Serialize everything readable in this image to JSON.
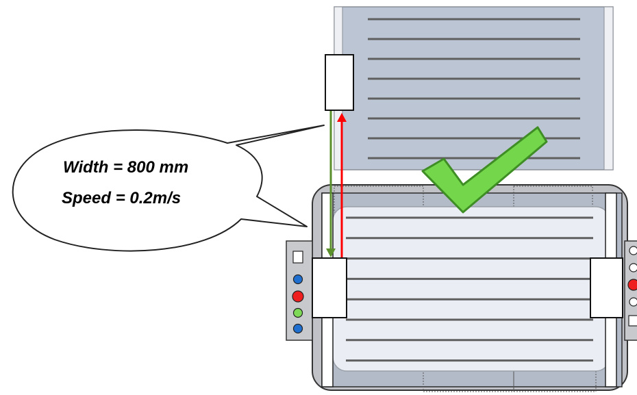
{
  "callout": {
    "line1": "Width = 800 mm",
    "line2": "Speed  = 0.2m/s"
  },
  "colors": {
    "sheet_fill": "#bcc5d3",
    "panel_fill": "#eaedf3",
    "frame_fill": "#c0c2c7",
    "sheet_line": "#5f5f5f",
    "beam_down": "#5a8f2c",
    "beam_up": "#ff0000",
    "checkmark": "#74d64a",
    "checkmark_outline": "#3f8e25",
    "led_blue": "#1f6fd1",
    "led_red": "#ef1f1f",
    "led_green": "#7ed957"
  },
  "left_panel_indicators": [
    "white-square",
    "blue",
    "red",
    "green",
    "blue"
  ],
  "right_panel_indicators": [
    "white",
    "white",
    "red",
    "white",
    "white-square"
  ]
}
